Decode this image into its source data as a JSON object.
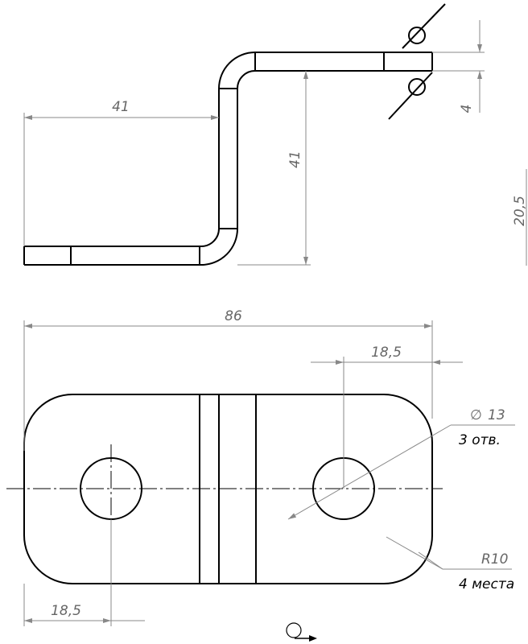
{
  "side_view": {
    "dim_horizontal": "41",
    "dim_vertical": "41",
    "dim_thickness": "4",
    "dim_total_height": "20,5"
  },
  "plan_view": {
    "dim_length": "86",
    "dim_hole_right": "18,5",
    "dim_hole_left": "18,5",
    "hole_diameter": "13",
    "hole_diameter_symbol": "∅",
    "hole_count_note": "3 отв.",
    "radius": "R10",
    "radius_count_note": "4 места"
  },
  "surface_mark": {
    "icon": "surface-finish-symbol"
  }
}
